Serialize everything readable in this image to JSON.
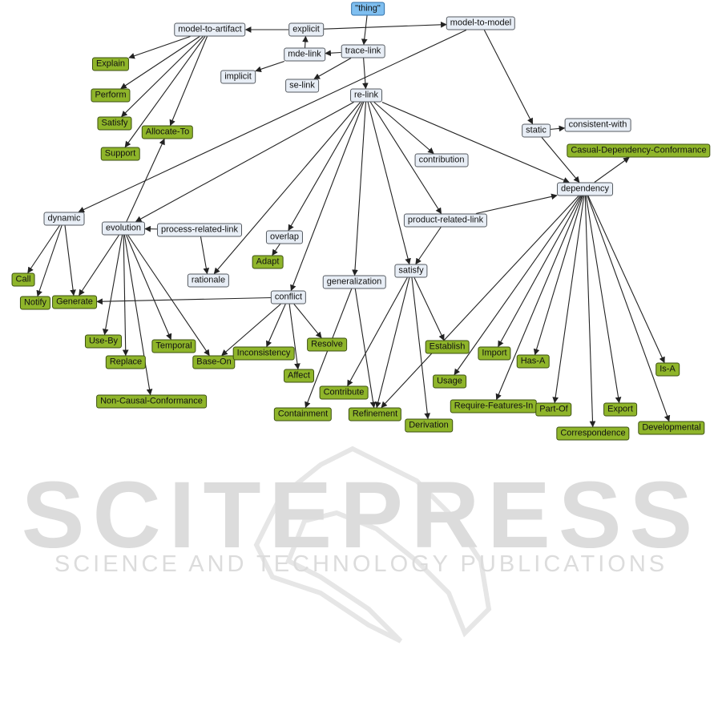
{
  "watermark": {
    "line1": "SCITEPRESS",
    "line2": "SCIENCE AND TECHNOLOGY PUBLICATIONS"
  },
  "colors": {
    "class_node": "#e8eef6",
    "leaf_node": "#8fb52a",
    "root_node": "#7fbff0",
    "edge": "#222222"
  },
  "nodes": [
    {
      "id": "thing",
      "label": "\"thing\"",
      "kind": "root"
    },
    {
      "id": "explicit",
      "label": "explicit",
      "kind": "class"
    },
    {
      "id": "model-to-artifact",
      "label": "model-to-artifact",
      "kind": "class"
    },
    {
      "id": "model-to-model",
      "label": "model-to-model",
      "kind": "class"
    },
    {
      "id": "mde-link",
      "label": "mde-link",
      "kind": "class"
    },
    {
      "id": "trace-link",
      "label": "trace-link",
      "kind": "class"
    },
    {
      "id": "implicit",
      "label": "implicit",
      "kind": "class"
    },
    {
      "id": "se-link",
      "label": "se-link",
      "kind": "class"
    },
    {
      "id": "re-link",
      "label": "re-link",
      "kind": "class"
    },
    {
      "id": "Explain",
      "label": "Explain",
      "kind": "leaf"
    },
    {
      "id": "Perform",
      "label": "Perform",
      "kind": "leaf"
    },
    {
      "id": "Satisfy",
      "label": "Satisfy",
      "kind": "leaf"
    },
    {
      "id": "Support",
      "label": "Support",
      "kind": "leaf"
    },
    {
      "id": "Allocate-To",
      "label": "Allocate-To",
      "kind": "leaf"
    },
    {
      "id": "static",
      "label": "static",
      "kind": "class"
    },
    {
      "id": "consistent-with",
      "label": "consistent-with",
      "kind": "class"
    },
    {
      "id": "Casual-Dependency-Conformance",
      "label": "Casual-Dependency-Conformance",
      "kind": "leaf"
    },
    {
      "id": "contribution",
      "label": "contribution",
      "kind": "class"
    },
    {
      "id": "dependency",
      "label": "dependency",
      "kind": "class"
    },
    {
      "id": "dynamic",
      "label": "dynamic",
      "kind": "class"
    },
    {
      "id": "evolution",
      "label": "evolution",
      "kind": "class"
    },
    {
      "id": "process-related-link",
      "label": "process-related-link",
      "kind": "class"
    },
    {
      "id": "product-related-link",
      "label": "product-related-link",
      "kind": "class"
    },
    {
      "id": "overlap",
      "label": "overlap",
      "kind": "class"
    },
    {
      "id": "Adapt",
      "label": "Adapt",
      "kind": "leaf"
    },
    {
      "id": "rationale",
      "label": "rationale",
      "kind": "class"
    },
    {
      "id": "satisfy",
      "label": "satisfy",
      "kind": "class"
    },
    {
      "id": "generalization",
      "label": "generalization",
      "kind": "class"
    },
    {
      "id": "conflict",
      "label": "conflict",
      "kind": "class"
    },
    {
      "id": "Call",
      "label": "Call",
      "kind": "leaf"
    },
    {
      "id": "Notify",
      "label": "Notify",
      "kind": "leaf"
    },
    {
      "id": "Generate",
      "label": "Generate",
      "kind": "leaf"
    },
    {
      "id": "Use-By",
      "label": "Use-By",
      "kind": "leaf"
    },
    {
      "id": "Replace",
      "label": "Replace",
      "kind": "leaf"
    },
    {
      "id": "Temporal",
      "label": "Temporal",
      "kind": "leaf"
    },
    {
      "id": "Base-On",
      "label": "Base-On",
      "kind": "leaf"
    },
    {
      "id": "Inconsistency",
      "label": "Inconsistency",
      "kind": "leaf"
    },
    {
      "id": "Resolve",
      "label": "Resolve",
      "kind": "leaf"
    },
    {
      "id": "Affect",
      "label": "Affect",
      "kind": "leaf"
    },
    {
      "id": "Establish",
      "label": "Establish",
      "kind": "leaf"
    },
    {
      "id": "Import",
      "label": "Import",
      "kind": "leaf"
    },
    {
      "id": "Has-A",
      "label": "Has-A",
      "kind": "leaf"
    },
    {
      "id": "Is-A",
      "label": "Is-A",
      "kind": "leaf"
    },
    {
      "id": "Usage",
      "label": "Usage",
      "kind": "leaf"
    },
    {
      "id": "Contribute",
      "label": "Contribute",
      "kind": "leaf"
    },
    {
      "id": "Non-Causal-Conformance",
      "label": "Non-Causal-Conformance",
      "kind": "leaf"
    },
    {
      "id": "Require-Features-In",
      "label": "Require-Features-In",
      "kind": "leaf"
    },
    {
      "id": "Part-Of",
      "label": "Part-Of",
      "kind": "leaf"
    },
    {
      "id": "Export",
      "label": "Export",
      "kind": "leaf"
    },
    {
      "id": "Containment",
      "label": "Containment",
      "kind": "leaf"
    },
    {
      "id": "Refinement",
      "label": "Refinement",
      "kind": "leaf"
    },
    {
      "id": "Derivation",
      "label": "Derivation",
      "kind": "leaf"
    },
    {
      "id": "Developmental",
      "label": "Developmental",
      "kind": "leaf"
    },
    {
      "id": "Correspondence",
      "label": "Correspondence",
      "kind": "leaf"
    }
  ],
  "edges": [
    [
      "thing",
      "trace-link"
    ],
    [
      "explicit",
      "model-to-artifact"
    ],
    [
      "explicit",
      "model-to-model"
    ],
    [
      "mde-link",
      "explicit"
    ],
    [
      "trace-link",
      "mde-link"
    ],
    [
      "mde-link",
      "implicit"
    ],
    [
      "trace-link",
      "se-link"
    ],
    [
      "trace-link",
      "re-link"
    ],
    [
      "model-to-artifact",
      "Explain"
    ],
    [
      "model-to-artifact",
      "Perform"
    ],
    [
      "model-to-artifact",
      "Satisfy"
    ],
    [
      "model-to-artifact",
      "Support"
    ],
    [
      "model-to-artifact",
      "Allocate-To"
    ],
    [
      "model-to-model",
      "dynamic"
    ],
    [
      "model-to-model",
      "static"
    ],
    [
      "static",
      "consistent-with"
    ],
    [
      "static",
      "dependency"
    ],
    [
      "dependency",
      "Casual-Dependency-Conformance"
    ],
    [
      "re-link",
      "contribution"
    ],
    [
      "re-link",
      "dependency"
    ],
    [
      "re-link",
      "evolution"
    ],
    [
      "re-link",
      "rationale"
    ],
    [
      "re-link",
      "overlap"
    ],
    [
      "re-link",
      "conflict"
    ],
    [
      "re-link",
      "generalization"
    ],
    [
      "re-link",
      "satisfy"
    ],
    [
      "re-link",
      "product-related-link"
    ],
    [
      "evolution",
      "Allocate-To"
    ],
    [
      "process-related-link",
      "evolution"
    ],
    [
      "process-related-link",
      "rationale"
    ],
    [
      "product-related-link",
      "dependency"
    ],
    [
      "product-related-link",
      "satisfy"
    ],
    [
      "overlap",
      "Adapt"
    ],
    [
      "dynamic",
      "Call"
    ],
    [
      "dynamic",
      "Notify"
    ],
    [
      "dynamic",
      "Generate"
    ],
    [
      "evolution",
      "Generate"
    ],
    [
      "evolution",
      "Use-By"
    ],
    [
      "evolution",
      "Replace"
    ],
    [
      "evolution",
      "Temporal"
    ],
    [
      "evolution",
      "Base-On"
    ],
    [
      "evolution",
      "Non-Causal-Conformance"
    ],
    [
      "conflict",
      "Generate"
    ],
    [
      "conflict",
      "Base-On"
    ],
    [
      "conflict",
      "Inconsistency"
    ],
    [
      "conflict",
      "Affect"
    ],
    [
      "conflict",
      "Resolve"
    ],
    [
      "generalization",
      "Containment"
    ],
    [
      "generalization",
      "Refinement"
    ],
    [
      "satisfy",
      "Establish"
    ],
    [
      "satisfy",
      "Contribute"
    ],
    [
      "satisfy",
      "Refinement"
    ],
    [
      "satisfy",
      "Derivation"
    ],
    [
      "dependency",
      "Refinement"
    ],
    [
      "dependency",
      "Usage"
    ],
    [
      "dependency",
      "Import"
    ],
    [
      "dependency",
      "Has-A"
    ],
    [
      "dependency",
      "Require-Features-In"
    ],
    [
      "dependency",
      "Part-Of"
    ],
    [
      "dependency",
      "Correspondence"
    ],
    [
      "dependency",
      "Export"
    ],
    [
      "dependency",
      "Developmental"
    ],
    [
      "dependency",
      "Is-A"
    ]
  ]
}
